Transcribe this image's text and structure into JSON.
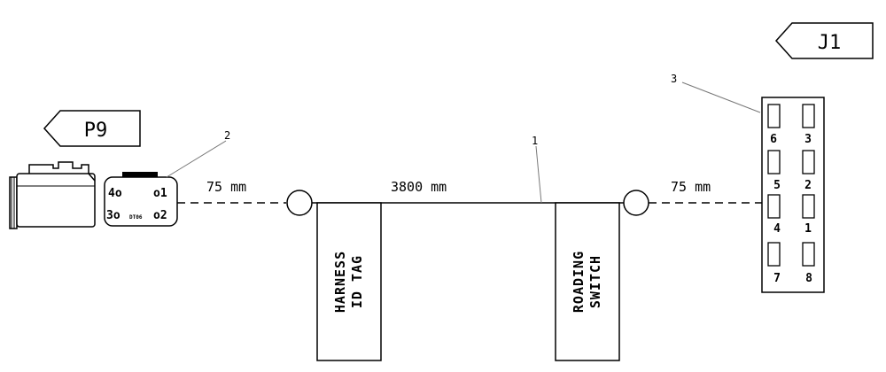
{
  "labels": {
    "p9": "P9",
    "j1": "J1"
  },
  "callouts": {
    "c1": "1",
    "c2": "2",
    "c3": "3"
  },
  "dimensions": {
    "left_lead": "75 mm",
    "main_length": "3800 mm",
    "right_lead": "75 mm"
  },
  "tags": {
    "harness_line1": "HARNESS",
    "harness_line2": "ID TAG",
    "roading_line1": "ROADING",
    "roading_line2": "SWITCH"
  },
  "p9_connector": {
    "part": "DT06",
    "pins": [
      "4o",
      "o1",
      "3o",
      "o2"
    ]
  },
  "j1_pins": [
    "6",
    "3",
    "5",
    "2",
    "4",
    "1",
    "7",
    "8"
  ]
}
